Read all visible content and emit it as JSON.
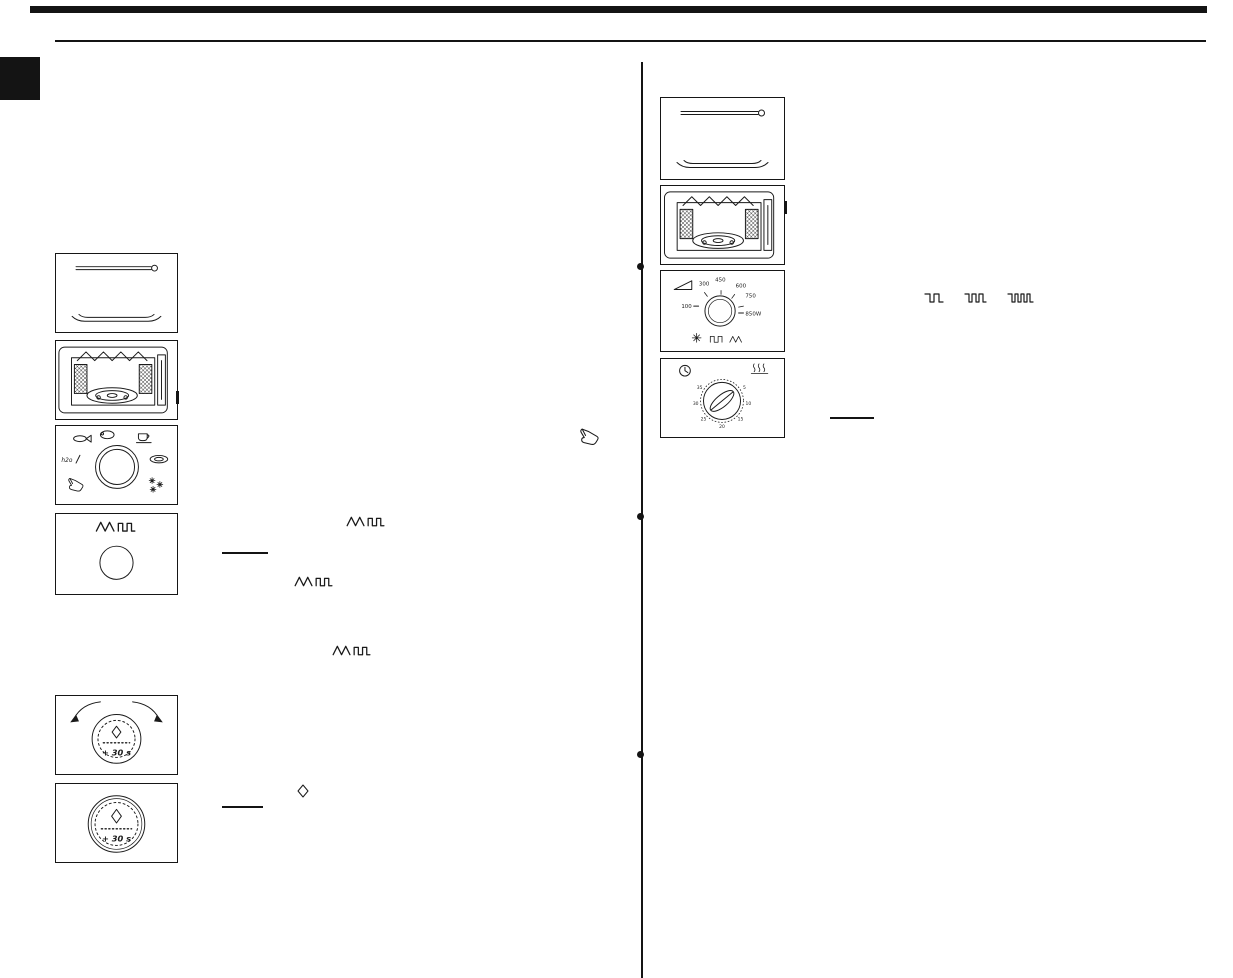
{
  "labels": {
    "plus_30s": "+ 30 s",
    "water": "h2o"
  },
  "power_dial": {
    "wattage_100": "100",
    "wattage_300": "300",
    "wattage_450": "450",
    "wattage_600": "600",
    "wattage_750": "750",
    "wattage_850": "850W"
  },
  "timer_dial": {
    "numbers": [
      "5",
      "10",
      "15",
      "20",
      "25",
      "30",
      "35"
    ]
  },
  "icons": {
    "bullet": "•"
  },
  "colors": {
    "ink": "#1a1a1a",
    "paper": "#ffffff"
  }
}
